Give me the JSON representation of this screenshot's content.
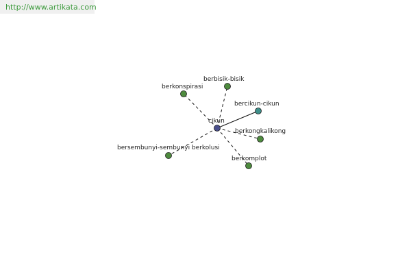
{
  "header": {
    "url": "http://www.artikata.com"
  },
  "graph": {
    "center": {
      "label": "cikun",
      "color": "#4a4f8c"
    },
    "nodes": [
      {
        "id": "berbisik-bisik",
        "label": "berbisik-bisik",
        "color": "#4e8b3e",
        "link": "dashed"
      },
      {
        "id": "berkonspirasi",
        "label": "berkonspirasi",
        "color": "#4e8b3e",
        "link": "dashed"
      },
      {
        "id": "bercikun-cikun",
        "label": "bercikun-cikun",
        "color": "#3e8f8a",
        "link": "solid"
      },
      {
        "id": "berkongkalikong",
        "label": "berkongkalikong",
        "color": "#4e8b3e",
        "link": "dashed"
      },
      {
        "id": "bersembunyi-sembunyi-berkolusi",
        "label": "bersembunyi-sembunyi berkolusi",
        "color": "#4e8b3e",
        "link": "dashed"
      },
      {
        "id": "berkomplot",
        "label": "berkomplot",
        "color": "#4e8b3e",
        "link": "dashed"
      }
    ]
  }
}
